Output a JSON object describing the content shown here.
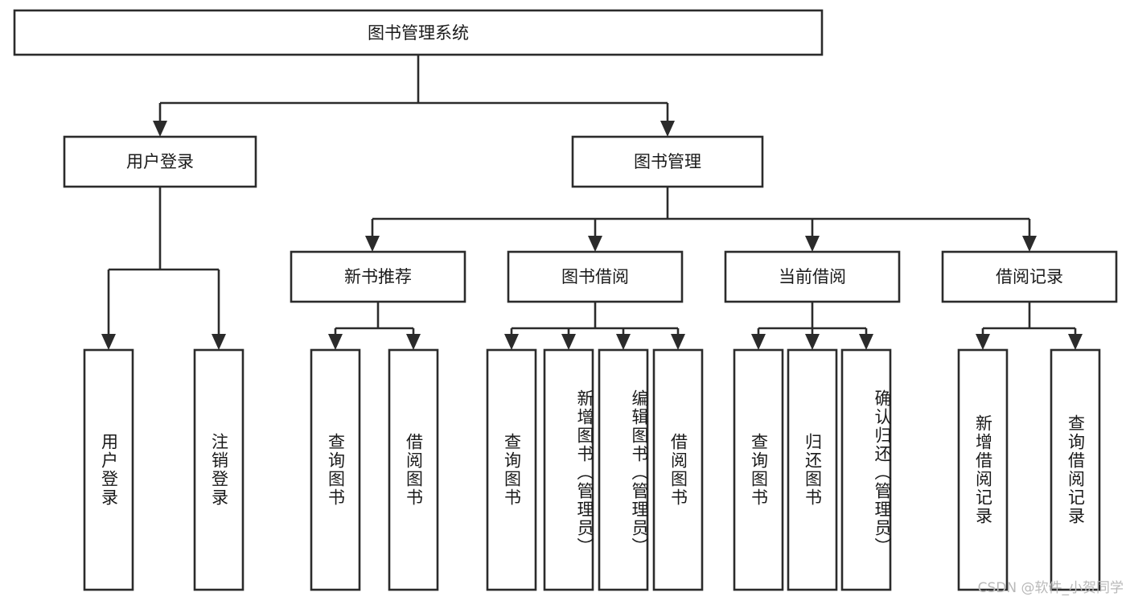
{
  "diagram": {
    "title": "图书管理系统",
    "type": "tree",
    "orientation": "top-down",
    "watermark": "CSDN @软件_小贺同学",
    "colors": {
      "background": "#ffffff",
      "box_fill": "#ffffff",
      "box_stroke": "#2b2b2b",
      "text": "#1a1a1a",
      "watermark": "#b9b9b9"
    },
    "root": {
      "label": "图书管理系统",
      "level": 0
    },
    "level2": [
      {
        "label": "用户登录"
      },
      {
        "label": "图书管理"
      }
    ],
    "level3": [
      {
        "label": "新书推荐"
      },
      {
        "label": "图书借阅"
      },
      {
        "label": "当前借阅"
      },
      {
        "label": "借阅记录"
      }
    ],
    "leaves": {
      "user_login": [
        {
          "label": "用户登录"
        },
        {
          "label": "注销登录"
        }
      ],
      "new_book_recommend": [
        {
          "label": "查询图书"
        },
        {
          "label": "借阅图书"
        }
      ],
      "book_borrow": [
        {
          "label": "查询图书"
        },
        {
          "label": "新增图书（管理员）"
        },
        {
          "label": "编辑图书（管理员）"
        },
        {
          "label": "借阅图书"
        }
      ],
      "current_borrow": [
        {
          "label": "查询图书"
        },
        {
          "label": "归还图书"
        },
        {
          "label": "确认归还（管理员）"
        }
      ],
      "borrow_record": [
        {
          "label": "新增借阅记录"
        },
        {
          "label": "查询借阅记录"
        }
      ]
    },
    "edges": [
      {
        "from": "图书管理系统",
        "to": "用户登录"
      },
      {
        "from": "图书管理系统",
        "to": "图书管理"
      },
      {
        "from": "图书管理",
        "to": "新书推荐"
      },
      {
        "from": "图书管理",
        "to": "图书借阅"
      },
      {
        "from": "图书管理",
        "to": "当前借阅"
      },
      {
        "from": "图书管理",
        "to": "借阅记录"
      },
      {
        "from": "用户登录",
        "to": "用户登录"
      },
      {
        "from": "用户登录",
        "to": "注销登录"
      },
      {
        "from": "新书推荐",
        "to": "查询图书"
      },
      {
        "from": "新书推荐",
        "to": "借阅图书"
      },
      {
        "from": "图书借阅",
        "to": "查询图书"
      },
      {
        "from": "图书借阅",
        "to": "新增图书（管理员）"
      },
      {
        "from": "图书借阅",
        "to": "编辑图书（管理员）"
      },
      {
        "from": "图书借阅",
        "to": "借阅图书"
      },
      {
        "from": "当前借阅",
        "to": "查询图书"
      },
      {
        "from": "当前借阅",
        "to": "归还图书"
      },
      {
        "from": "当前借阅",
        "to": "确认归还（管理员）"
      },
      {
        "from": "借阅记录",
        "to": "新增借阅记录"
      },
      {
        "from": "借阅记录",
        "to": "查询借阅记录"
      }
    ]
  }
}
